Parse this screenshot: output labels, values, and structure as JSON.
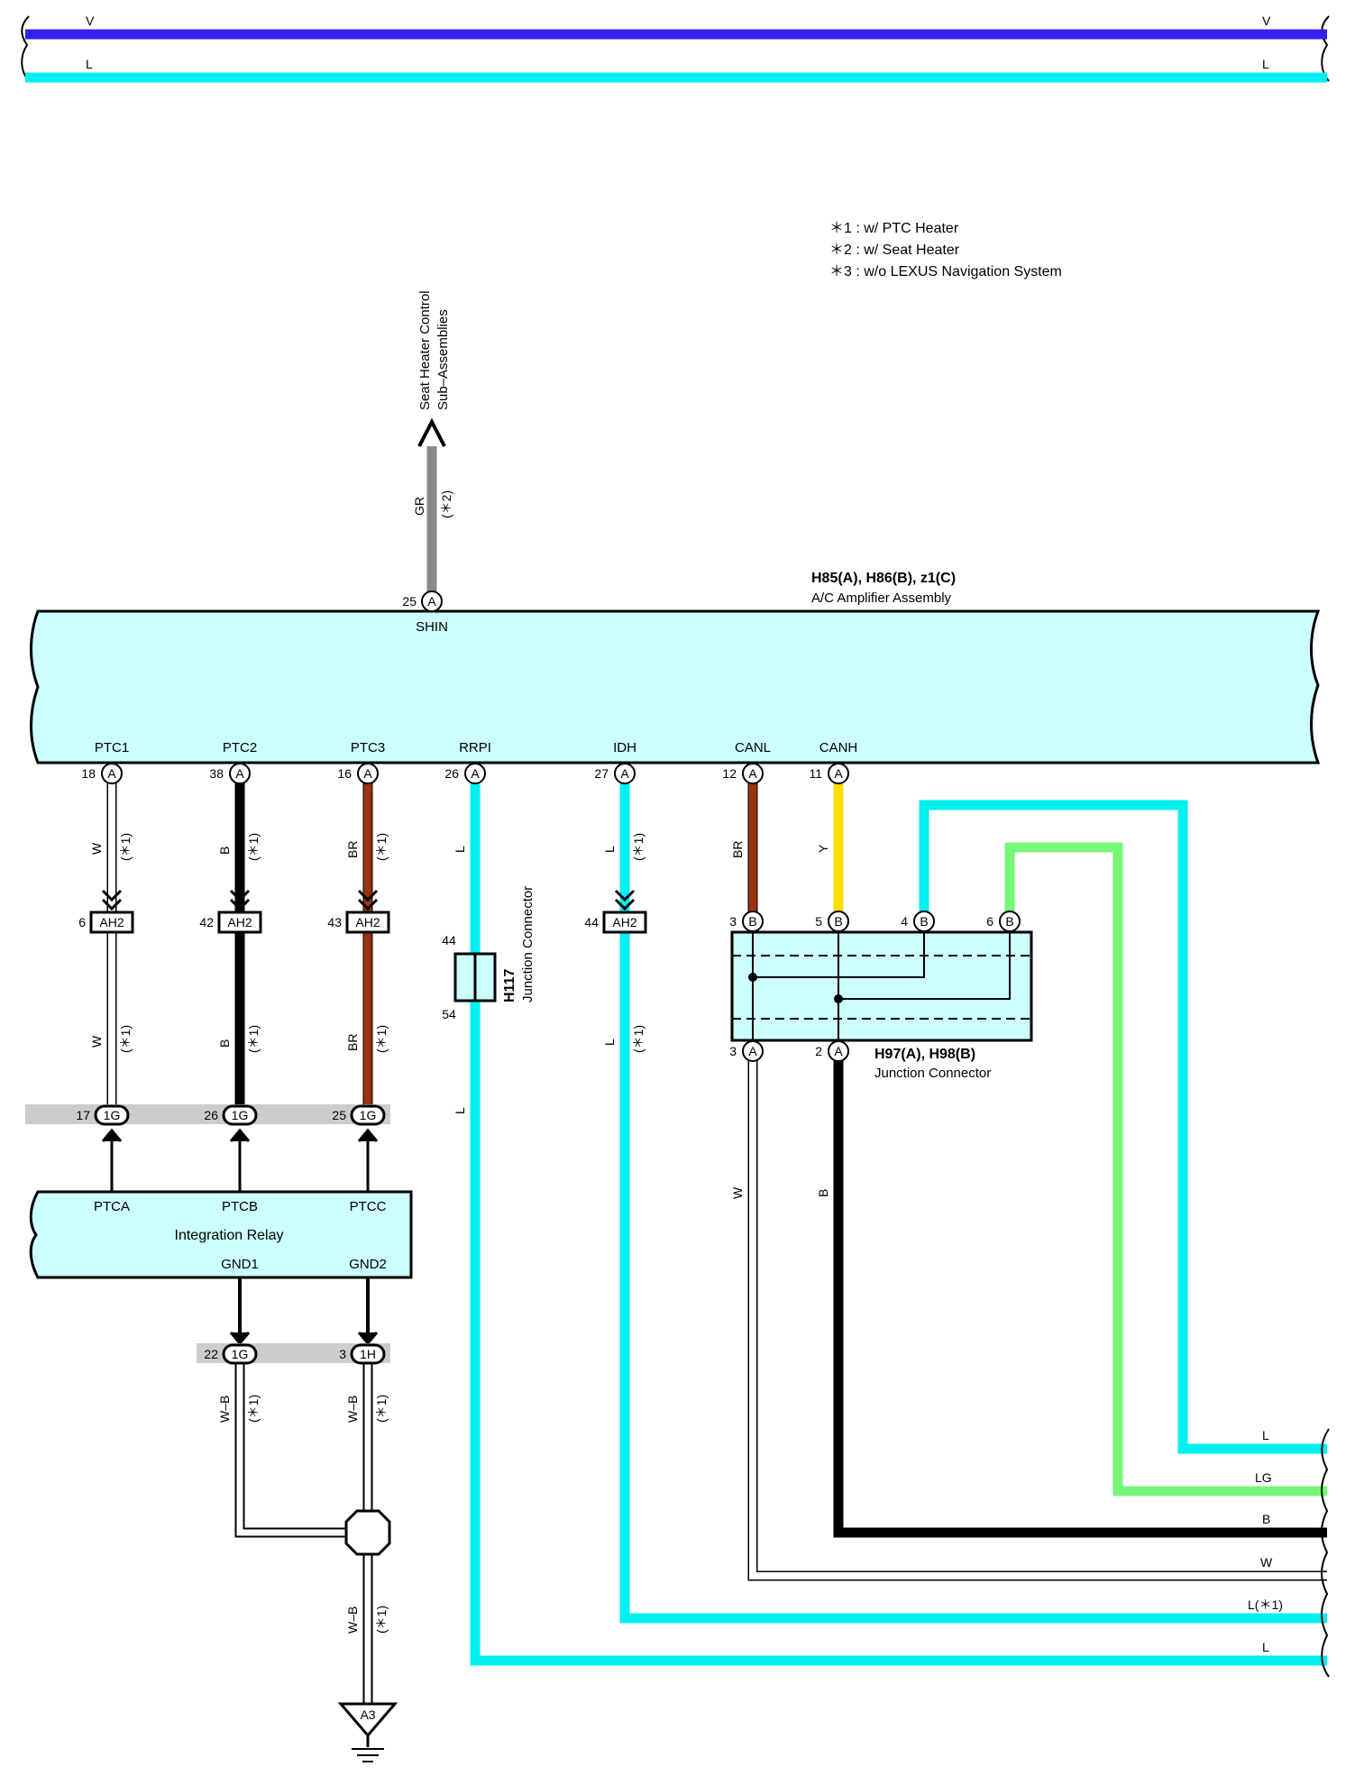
{
  "top_bus": [
    {
      "color_code": "V",
      "color": "#3322ee"
    },
    {
      "color_code": "L",
      "color": "#00f0f0"
    }
  ],
  "notes": [
    "＊1 : w/ PTC Heater",
    "＊2 : w/ Seat Heater",
    "＊3 : w/o LEXUS Navigation System"
  ],
  "seat_heater": {
    "label_line1": "Seat Heater Control",
    "label_line2": "Sub–Assemblies",
    "wire": "GR",
    "note": "(＊2)"
  },
  "ac_amplifier": {
    "connectors": "H85(A), H86(B), z1(C)",
    "name": "A/C Amplifier Assembly",
    "top_pin": {
      "num": "25",
      "conn": "A",
      "label": "SHIN"
    },
    "bottom_pins": [
      {
        "label": "PTC1",
        "num": "18",
        "conn": "A"
      },
      {
        "label": "PTC2",
        "num": "38",
        "conn": "A"
      },
      {
        "label": "PTC3",
        "num": "16",
        "conn": "A"
      },
      {
        "label": "RRPI",
        "num": "26",
        "conn": "A"
      },
      {
        "label": "IDH",
        "num": "27",
        "conn": "A"
      },
      {
        "label": "CANL",
        "num": "12",
        "conn": "A"
      },
      {
        "label": "CANH",
        "num": "11",
        "conn": "A"
      }
    ]
  },
  "ptc_wires": [
    {
      "upper_code": "W",
      "upper_note": "(＊1)",
      "ah_num": "6",
      "ah": "AH2",
      "lower_code": "W",
      "lower_note": "(＊1)",
      "g_num": "17",
      "g": "1G"
    },
    {
      "upper_code": "B",
      "upper_note": "(＊1)",
      "ah_num": "42",
      "ah": "AH2",
      "lower_code": "B",
      "lower_note": "(＊1)",
      "g_num": "26",
      "g": "1G"
    },
    {
      "upper_code": "BR",
      "upper_note": "(＊1)",
      "ah_num": "43",
      "ah": "AH2",
      "lower_code": "BR",
      "lower_note": "(＊1)",
      "g_num": "25",
      "g": "1G"
    }
  ],
  "rrpi_wire": {
    "code_upper": "L",
    "code_lower": "L"
  },
  "h117": {
    "name": "H117",
    "desc": "Junction Connector",
    "pin_top": "44",
    "pin_bottom": "54"
  },
  "idh_wire": {
    "upper_code": "L",
    "upper_note": "(＊1)",
    "ah_num": "44",
    "ah": "AH2",
    "lower_code": "L",
    "lower_note": "(＊1)"
  },
  "canl_wire": {
    "code": "BR"
  },
  "canh_wire": {
    "code": "Y"
  },
  "junction": {
    "connectors": "H97(A), H98(B)",
    "name": "Junction Connector",
    "top_pins": [
      {
        "num": "3",
        "conn": "B"
      },
      {
        "num": "5",
        "conn": "B"
      },
      {
        "num": "4",
        "conn": "B"
      },
      {
        "num": "6",
        "conn": "B"
      }
    ],
    "bottom_pins": [
      {
        "num": "3",
        "conn": "A"
      },
      {
        "num": "2",
        "conn": "A"
      }
    ],
    "w_code": "W",
    "b_code": "B"
  },
  "integration_relay": {
    "name": "Integration Relay",
    "pins_top": [
      "PTCA",
      "PTCB",
      "PTCC"
    ],
    "gnd1": "GND1",
    "gnd2": "GND2"
  },
  "gnd_pins": [
    {
      "num": "22",
      "conn": "1G",
      "code": "W–B",
      "note": "(＊1)"
    },
    {
      "num": "3",
      "conn": "1H",
      "code": "W–B",
      "note": "(＊1)"
    }
  ],
  "ground": {
    "code": "W–B",
    "note": "(＊1)",
    "label": "A3"
  },
  "right_outputs": [
    {
      "code": "L",
      "color": "#00f0f0"
    },
    {
      "code": "LG",
      "color": "#77f777"
    },
    {
      "code": "B",
      "color": "#000000"
    },
    {
      "code": "W",
      "color": "#ffffff"
    },
    {
      "code": "L(＊1)",
      "color": "#00f0f0"
    },
    {
      "code": "L",
      "color": "#00f0f0"
    }
  ],
  "colors": {
    "box_fill": "#ccffff",
    "cyan": "#00f0f0",
    "brown": "#993311",
    "yellow": "#ffdd00",
    "gray": "#888888",
    "light_green": "#77f777",
    "violet": "#3322ee"
  }
}
